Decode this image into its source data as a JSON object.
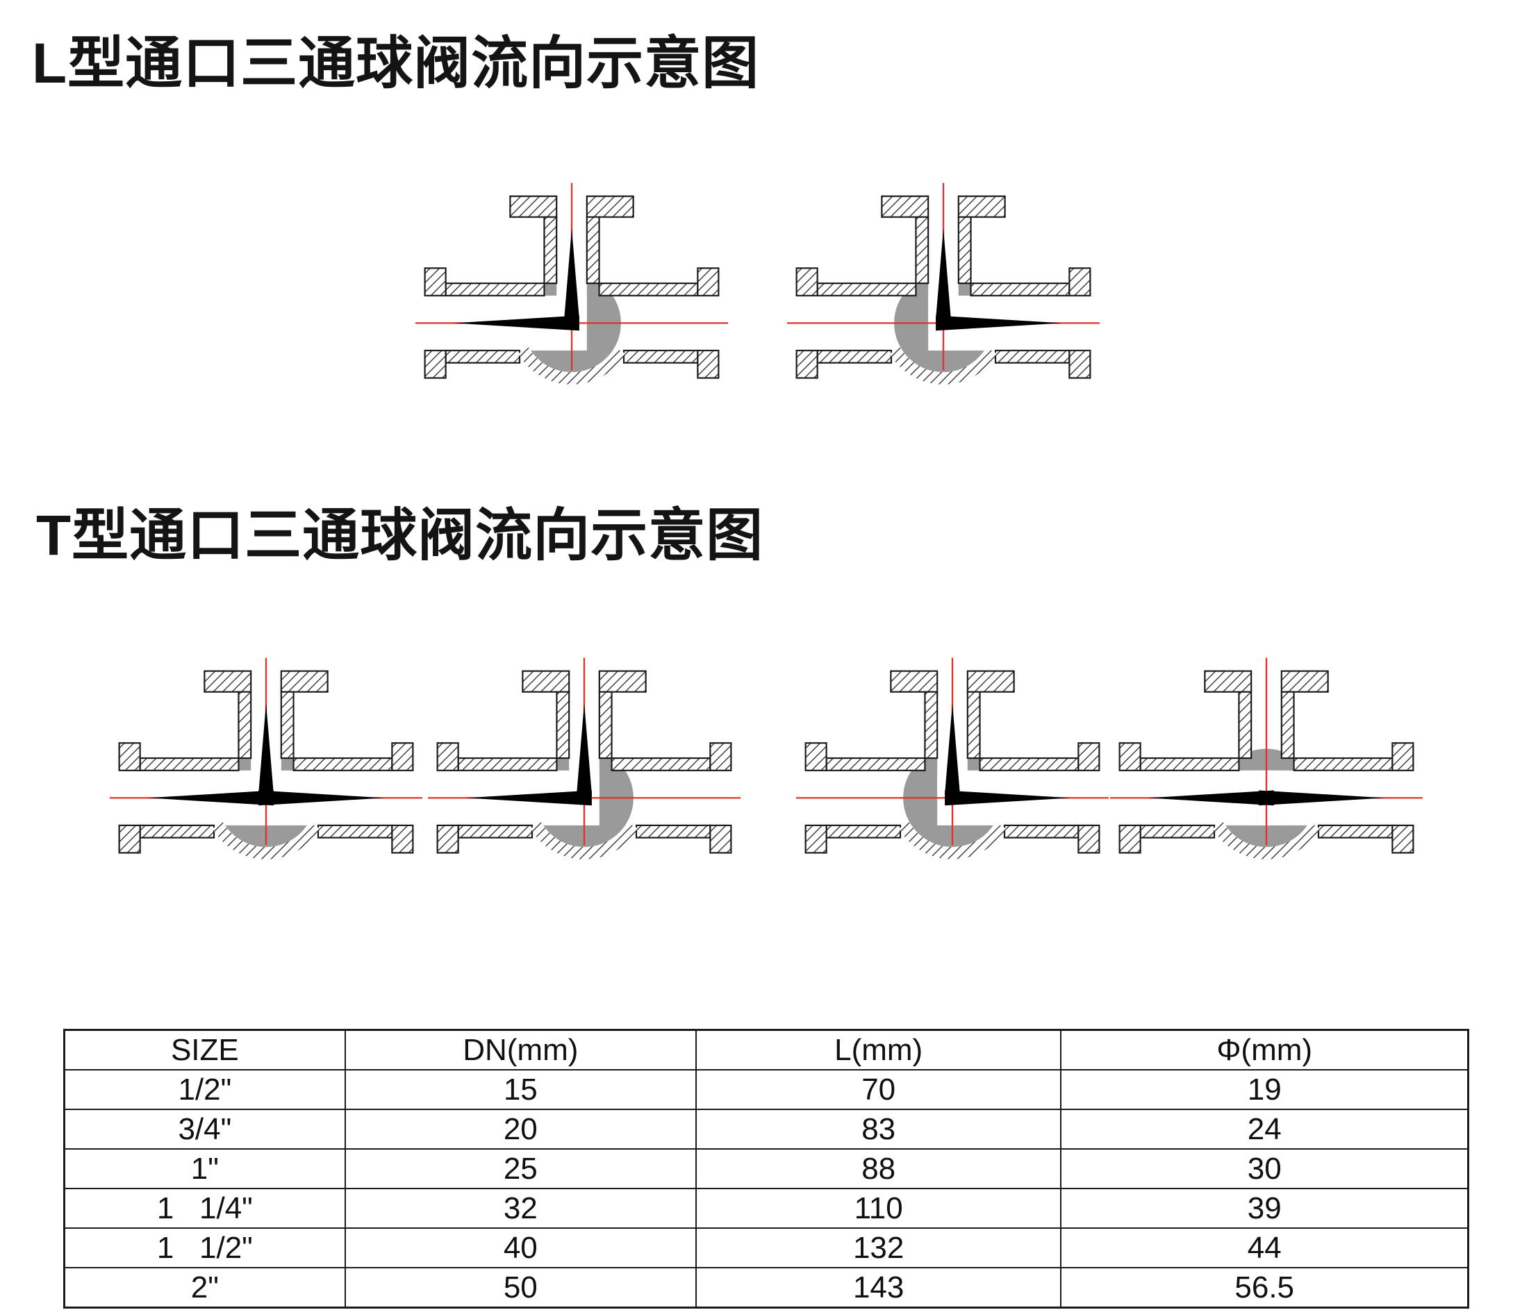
{
  "l_section": {
    "title": "L型通口三通球阀流向示意图",
    "valves": [
      {
        "name": "l-valve-flow-up-left",
        "flow": [
          "up",
          "left"
        ]
      },
      {
        "name": "l-valve-flow-up-right",
        "flow": [
          "up",
          "right"
        ]
      }
    ]
  },
  "t_section": {
    "title": "T型通口三通球阀流向示意图",
    "valves": [
      {
        "name": "t-valve-flow-all-ports",
        "flow": [
          "up",
          "left",
          "right"
        ]
      },
      {
        "name": "t-valve-flow-up-left",
        "flow": [
          "up",
          "left"
        ]
      },
      {
        "name": "t-valve-flow-up-right",
        "flow": [
          "up",
          "right"
        ]
      },
      {
        "name": "t-valve-flow-straight",
        "flow": [
          "left",
          "right"
        ]
      }
    ]
  },
  "colors": {
    "centerline": "#e0312b",
    "ball": "#9a9a9a",
    "arrow": "#000000",
    "outline": "#1a1a1a",
    "hatch": "#3a3a3a"
  },
  "table": {
    "headers": [
      "SIZE",
      "DN(mm)",
      "L(mm)",
      "Φ(mm)"
    ],
    "rows": [
      [
        "1/2\"",
        "15",
        "70",
        "19"
      ],
      [
        "3/4\"",
        "20",
        "83",
        "24"
      ],
      [
        "1\"",
        "25",
        "88",
        "30"
      ],
      [
        "1   1/4\"",
        "32",
        "110",
        "39"
      ],
      [
        "1   1/2\"",
        "40",
        "132",
        "44"
      ],
      [
        "2\"",
        "50",
        "143",
        "56.5"
      ]
    ]
  }
}
